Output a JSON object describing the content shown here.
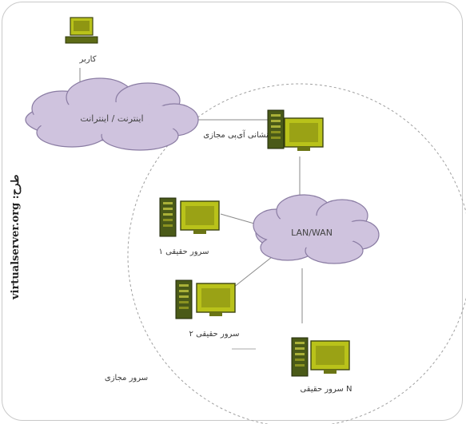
{
  "labels": {
    "user": "کاربر",
    "internet": "اینترنت / اینترانت",
    "virtual_ip": "نشانی آی‌پی مجازی",
    "lan": "LAN/WAN",
    "real_server_1": "سرور حقیقی ۱",
    "real_server_2": "سرور حقیقی ۲",
    "real_server_n": "سرور حقیقی N",
    "virtual_server": "سرور مجازی"
  },
  "credit": "virtualserver.org :طرح",
  "colors": {
    "cloud_fill": "#cfc3de",
    "cloud_stroke": "#8a7ca3",
    "monitor": "#b9c21a",
    "tower": "#4a5a18",
    "line": "#8a8a8a"
  },
  "icons": [
    "computer-icon",
    "cloud-icon",
    "server-icon"
  ]
}
